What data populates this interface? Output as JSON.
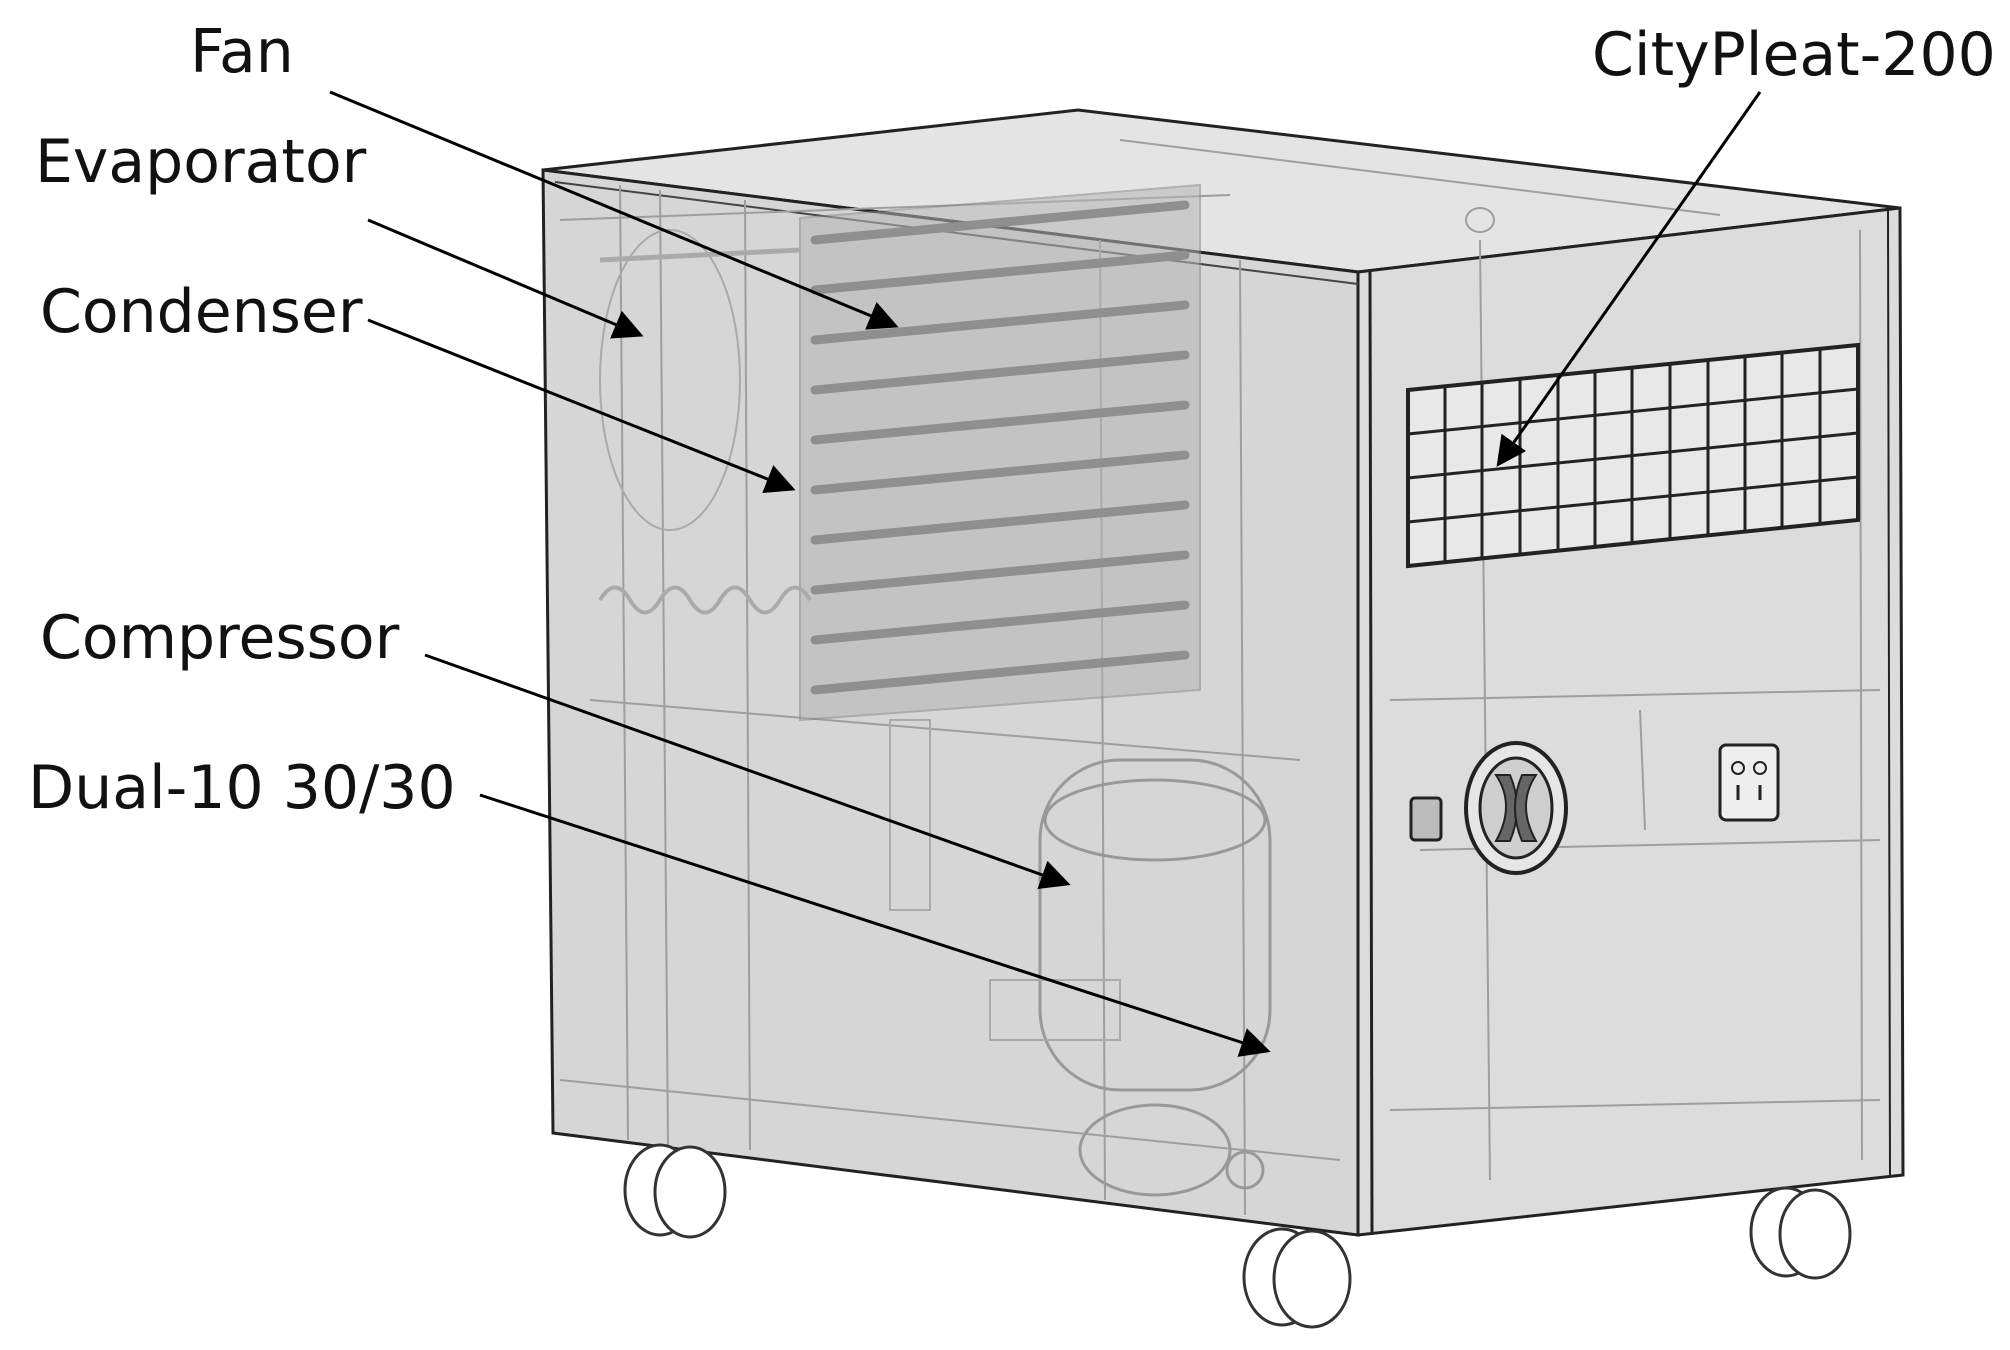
{
  "labels": {
    "fan": "Fan",
    "evaporator": "Evaporator",
    "condenser": "Condenser",
    "compressor": "Compressor",
    "capacitor": "Dual-10 30/30",
    "filter": "CityPleat-200"
  },
  "colors": {
    "panel_fill": "#dcdcdc",
    "panel_fill_side": "#d3d3d3",
    "coil": "#9a9a9a",
    "line": "#222222",
    "faint": "#9e9e9e",
    "arrow": "#000000"
  }
}
